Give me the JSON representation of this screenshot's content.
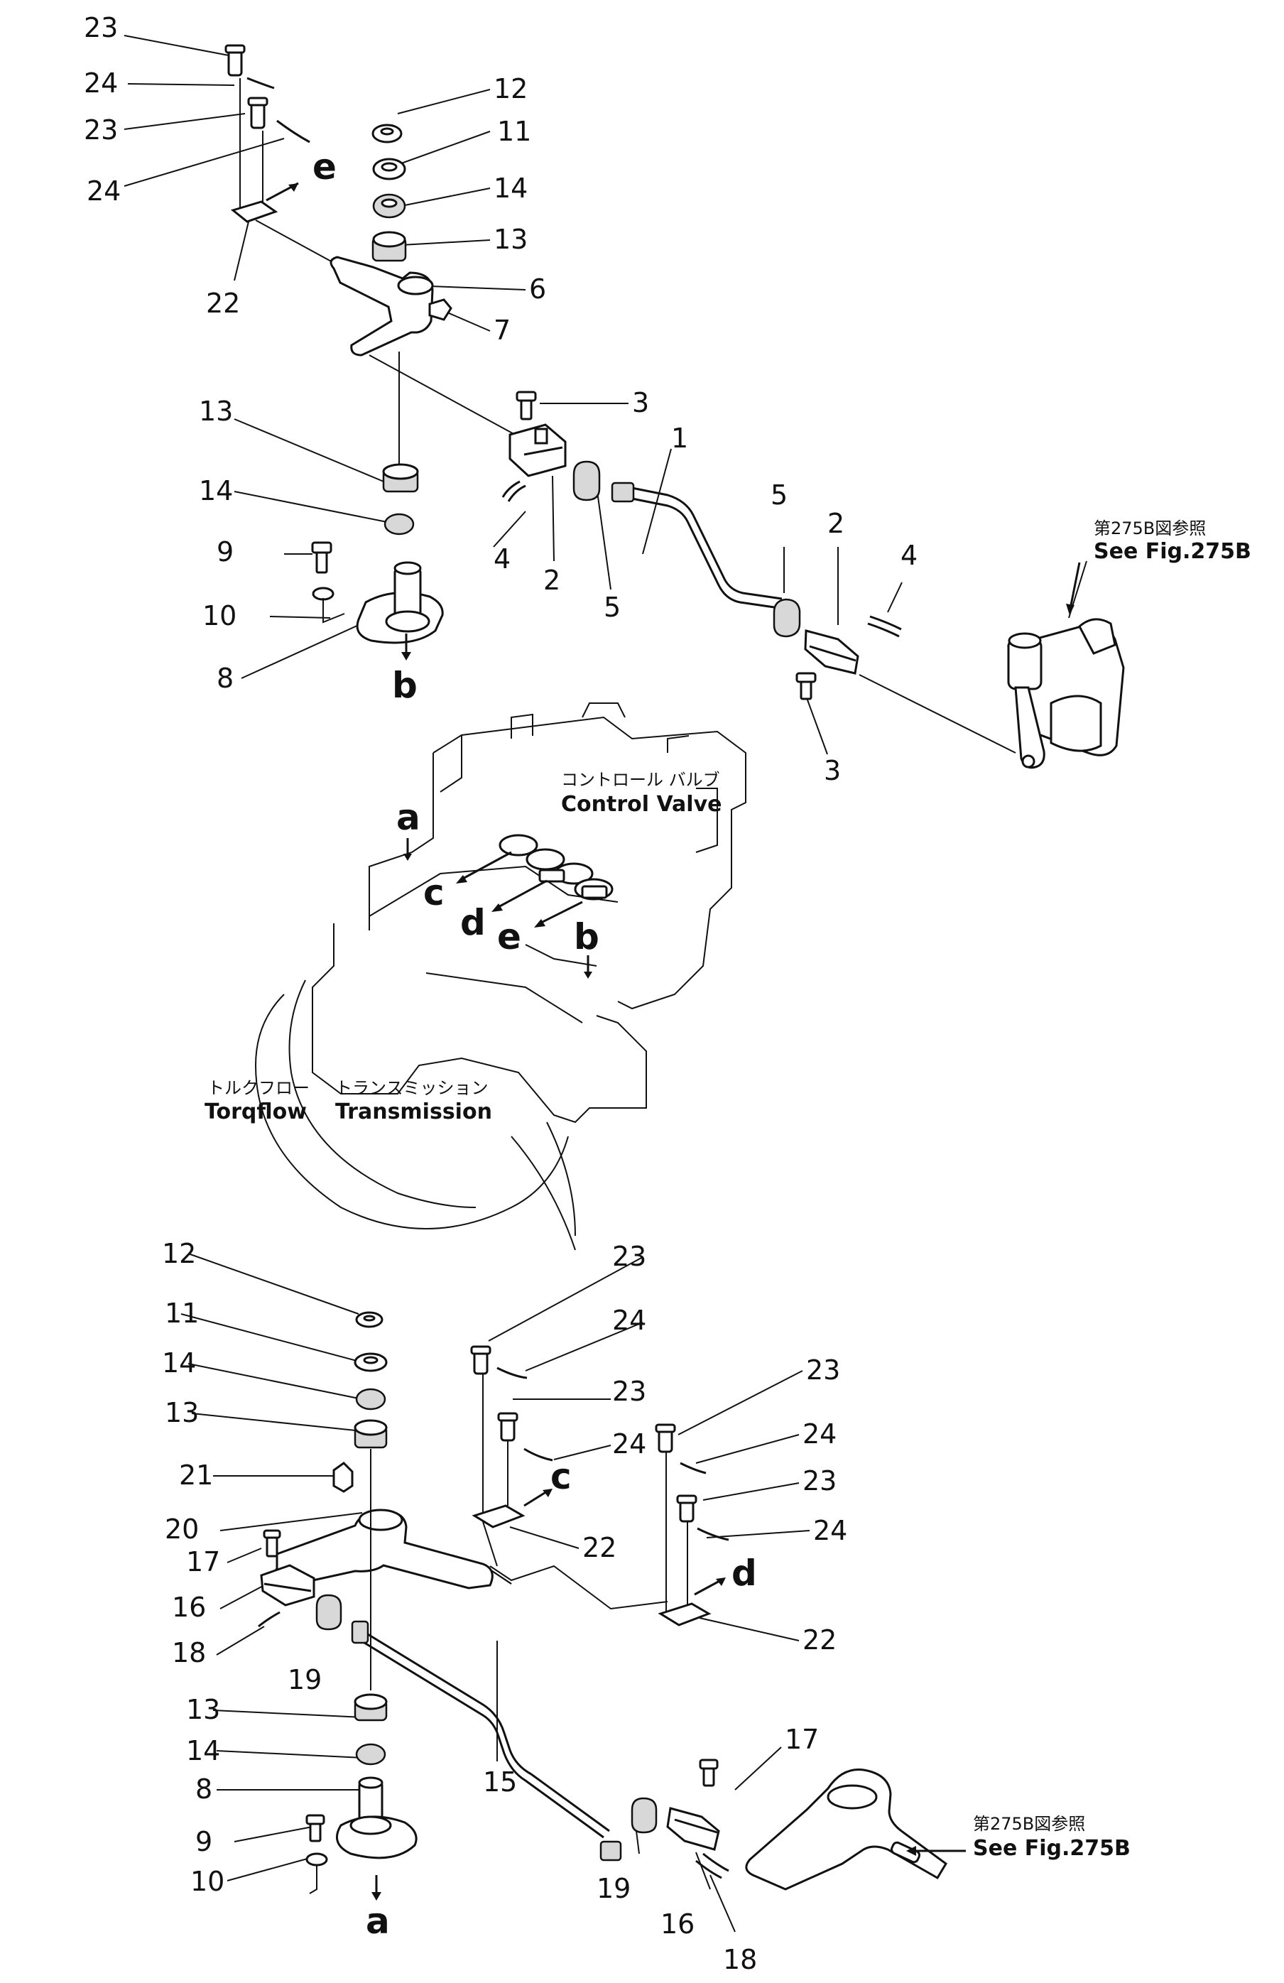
{
  "top_assembly": {
    "callouts": {
      "c23a": "23",
      "c24a": "24",
      "c23b": "23",
      "c24b": "24",
      "c22": "22",
      "c12": "12",
      "c11": "11",
      "c14": "14",
      "c13": "13",
      "c6": "6",
      "c7": "7",
      "c3a": "3",
      "c13b": "13",
      "c14b": "14",
      "c9": "9",
      "c10": "10",
      "c8": "8",
      "c4a": "4",
      "c2a": "2",
      "c5a": "5",
      "c1": "1",
      "c5b": "5",
      "c2b": "2",
      "c4b": "4",
      "c3b": "3"
    },
    "letters": {
      "e": "e",
      "b": "b"
    },
    "ref_jp": "第275B図参照",
    "ref_en": "See  Fig.275B"
  },
  "middle": {
    "control_valve_jp": "コントロール バルブ",
    "control_valve_en": "Control  Valve",
    "torqflow_jp": "トルクフロー",
    "torqflow_en": "Torqflow",
    "transmission_jp": "トランスミッション",
    "transmission_en": "Transmission",
    "letters": {
      "a": "a",
      "c": "c",
      "d": "d",
      "e": "e",
      "b": "b"
    }
  },
  "bottom_assembly": {
    "callouts": {
      "c12": "12",
      "c11": "11",
      "c14": "14",
      "c13": "13",
      "c21": "21",
      "c20": "20",
      "c17a": "17",
      "c16a": "16",
      "c18a": "18",
      "c19a": "19",
      "c13b": "13",
      "c14b": "14",
      "c8": "8",
      "c9": "9",
      "c10": "10",
      "c23a": "23",
      "c24a": "24",
      "c23b": "23",
      "c24b": "24",
      "c22a": "22",
      "c23c": "23",
      "c24c": "24",
      "c23d": "23",
      "c24d": "24",
      "c22b": "22",
      "c15": "15",
      "c19b": "19",
      "c16b": "16",
      "c17b": "17",
      "c18b": "18"
    },
    "letters": {
      "c": "c",
      "d": "d",
      "a": "a"
    },
    "ref_jp": "第275B図参照",
    "ref_en": "See  Fig.275B"
  }
}
